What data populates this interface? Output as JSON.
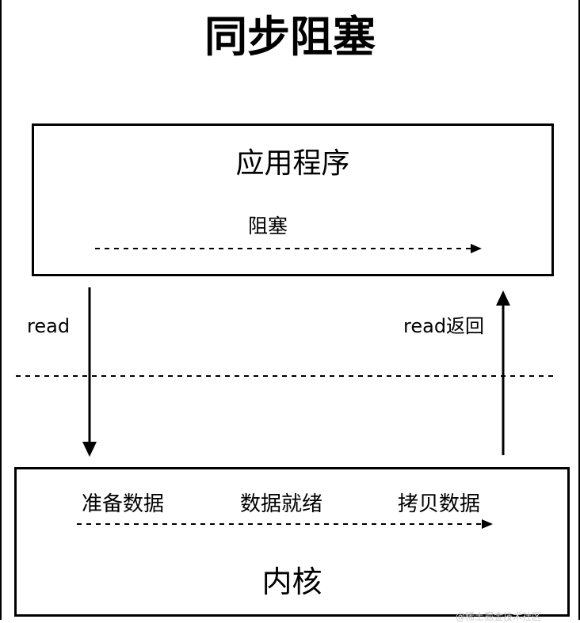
{
  "diagram": {
    "title": "同步阻塞",
    "application": {
      "title": "应用程序",
      "blocking_label": "阻塞"
    },
    "kernel": {
      "title": "内核",
      "steps": [
        "准备数据",
        "数据就绪",
        "拷贝数据"
      ]
    },
    "read_call_label": "read",
    "read_return_label": "read返回",
    "watermark": "@稀土掘金技术社区"
  },
  "colors": {
    "line": "#000000",
    "background": "#ffffff"
  }
}
